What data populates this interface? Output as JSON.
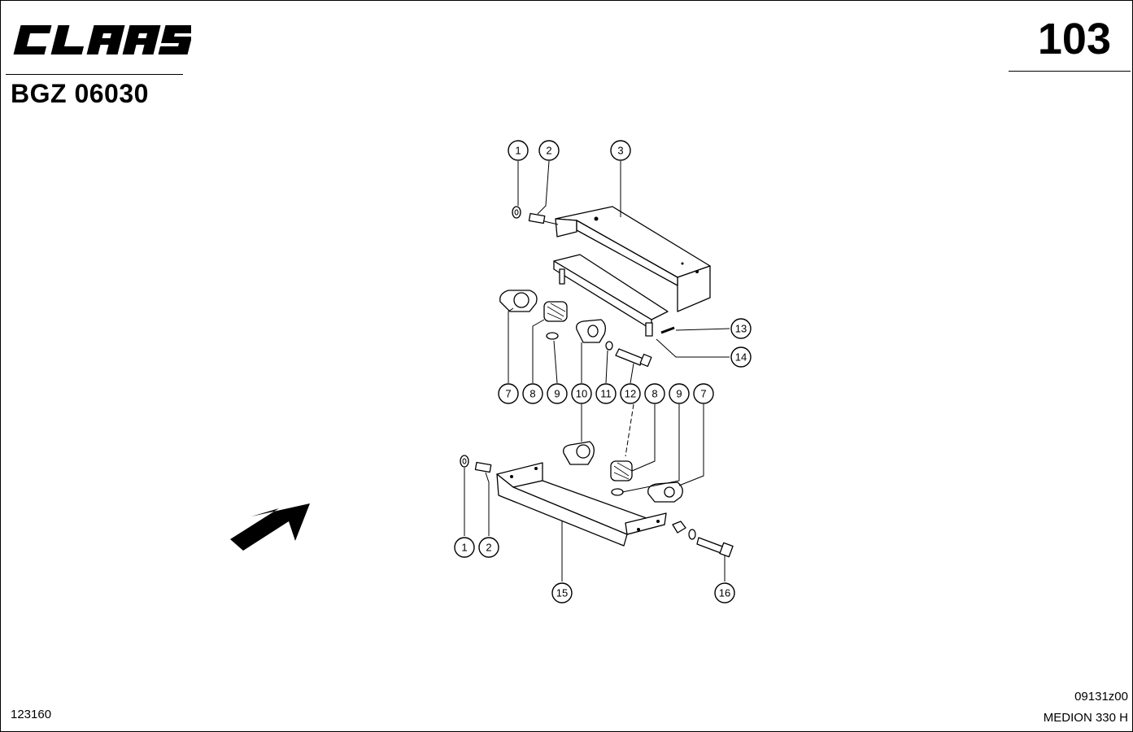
{
  "header": {
    "brand": "CLAAS",
    "doc_code": "BGZ 06030",
    "page_number": "103"
  },
  "footer": {
    "left_code": "123160",
    "drawing_ref": "09131z00",
    "model": "MEDION 330 H"
  },
  "callouts": [
    {
      "label": "1"
    },
    {
      "label": "2"
    },
    {
      "label": "3"
    },
    {
      "label": "13"
    },
    {
      "label": "14"
    },
    {
      "label": "7"
    },
    {
      "label": "8"
    },
    {
      "label": "9"
    },
    {
      "label": "10"
    },
    {
      "label": "11"
    },
    {
      "label": "12"
    },
    {
      "label": "8"
    },
    {
      "label": "9"
    },
    {
      "label": "7"
    },
    {
      "label": "1"
    },
    {
      "label": "2"
    },
    {
      "label": "15"
    },
    {
      "label": "16"
    }
  ],
  "icons": {
    "direction_arrow": "direction-arrow-icon"
  }
}
